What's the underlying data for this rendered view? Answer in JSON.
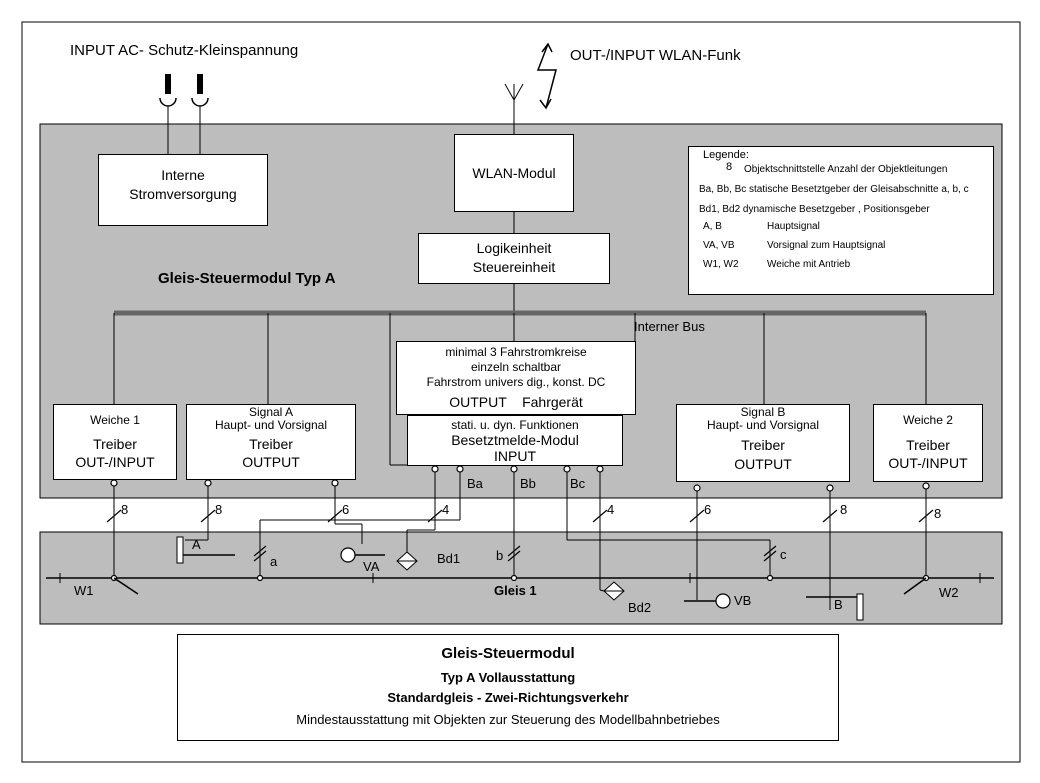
{
  "input_power": "INPUT AC- Schutz-Kleinspannung",
  "wlan_funk": "OUT-/INPUT WLAN-Funk",
  "module_title": "Gleis-Steuermodul  Typ A",
  "bus_label": "Interner Bus",
  "blocks": {
    "power": [
      "Interne",
      "Stromversorgung"
    ],
    "wlan": "WLAN-Modul",
    "logic": [
      "Logikeinheit",
      "Steuereinheit"
    ],
    "fahrstrom": [
      "minimal 3 Fahrstromkreise",
      "einzeln schaltbar",
      "Fahrstrom univers dig., konst. DC",
      "OUTPUT    Fahrgerät"
    ],
    "besetzt": [
      "stati. u. dyn. Funktionen",
      "Besetztmelde-Modul",
      "INPUT"
    ],
    "weiche1": [
      "Weiche 1",
      "Treiber",
      "OUT-/INPUT"
    ],
    "signal_a": [
      "Signal A",
      "Haupt- und Vorsignal",
      "Treiber",
      "OUTPUT"
    ],
    "signal_b": [
      "Signal B",
      "Haupt- und Vorsignal",
      "Treiber",
      "OUTPUT"
    ],
    "weiche2": [
      "Weiche 2",
      "Treiber",
      "OUT-/INPUT"
    ]
  },
  "legend": {
    "title": "Legende:",
    "symbol_count": "8",
    "items": [
      "Objektschnittstelle Anzahl der Objektleitungen",
      "Ba, Bb, Bc statische Besetztgeber der Gleisabschnitte a, b, c",
      "Bd1, Bd2  dynamische Besetzgeber , Positionsgeber",
      [
        "A, B",
        "Hauptsignal"
      ],
      [
        "VA, VB",
        "Vorsignal zum Hauptsignal"
      ],
      [
        "W1, W2",
        "Weiche mit Antrieb"
      ]
    ]
  },
  "bus_counts": [
    "8",
    "8",
    "6",
    "4",
    "4",
    "6",
    "8",
    "8"
  ],
  "port_labels": [
    "Ba",
    "Bb",
    "Bc"
  ],
  "track": {
    "name": "Gleis 1",
    "labels": [
      "W1",
      "A",
      "a",
      "VA",
      "Bd1",
      "b",
      "c",
      "Bd2",
      "VB",
      "B",
      "W2"
    ]
  },
  "bottom": {
    "title": "Gleis-Steuermodul",
    "line1": "Typ A  Vollausstattung",
    "line2": "Standardgleis - Zwei-Richtungsverkehr",
    "line3": "Mindestausstattung mit Objekten zur Steuerung des Modellbahnbetriebes"
  }
}
